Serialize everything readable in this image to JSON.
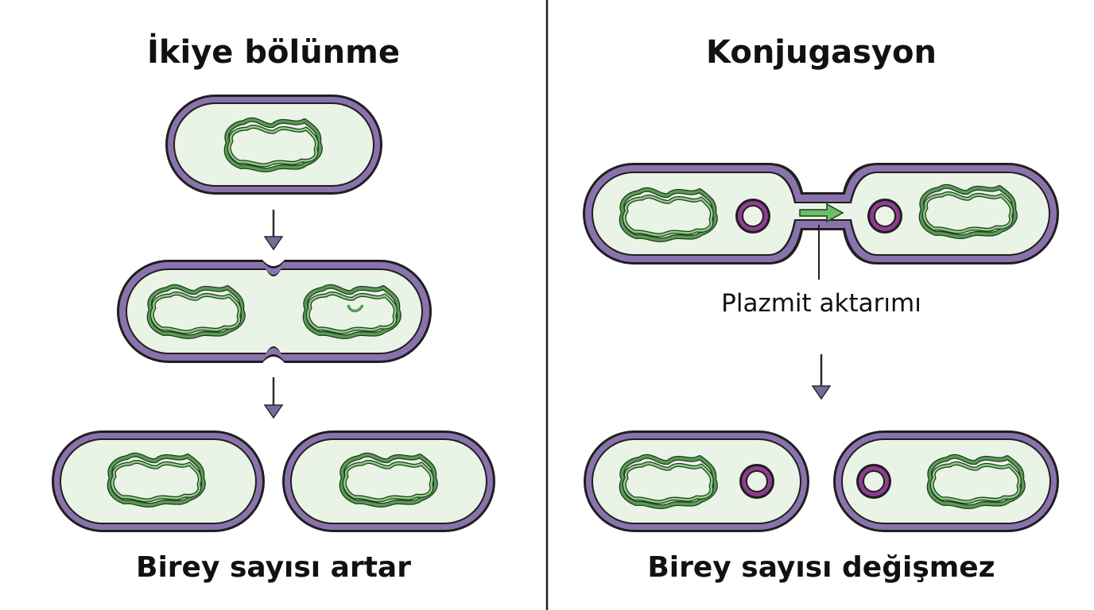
{
  "panels": {
    "left": {
      "title": "İkiye bölünme",
      "caption": "Birey sayısı artar"
    },
    "right": {
      "title": "Konjugasyon",
      "caption": "Birey sayısı değişmez",
      "plasmid_label": "Plazmit aktarımı"
    }
  },
  "colors": {
    "cell_wall": "#8a73ad",
    "cell_outline": "#1f1f1f",
    "cytoplasm": "#eaf4e6",
    "dna": "#3f7f3f",
    "dna_light": "#8fcf85",
    "plasmid": "#8e3d91",
    "transfer_arrow": "#6bbf63",
    "arrow": "#4a3f5c",
    "divider": "#1f1f1f"
  }
}
